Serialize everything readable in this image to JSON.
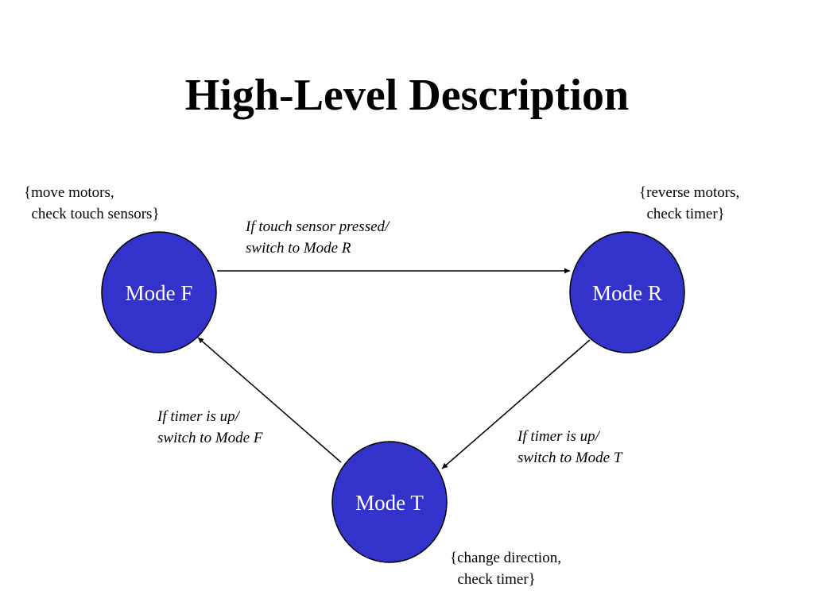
{
  "title": "High-Level Description",
  "colors": {
    "node_fill": "#3333cc",
    "node_stroke": "#000000",
    "node_text": "#ffffff",
    "edge": "#000000"
  },
  "nodes": {
    "mode_f": {
      "label": "Mode F",
      "annotation": "{move motors,\n  check touch sensors}"
    },
    "mode_r": {
      "label": "Mode R",
      "annotation": "{reverse motors,\n  check timer}"
    },
    "mode_t": {
      "label": "Mode T",
      "annotation": "{change direction,\n  check timer}"
    }
  },
  "transitions": {
    "f_to_r": "If touch sensor pressed/\nswitch to Mode R",
    "r_to_t": "If timer is up/\nswitch to Mode T",
    "t_to_f": "If timer is up/\nswitch to Mode F"
  }
}
